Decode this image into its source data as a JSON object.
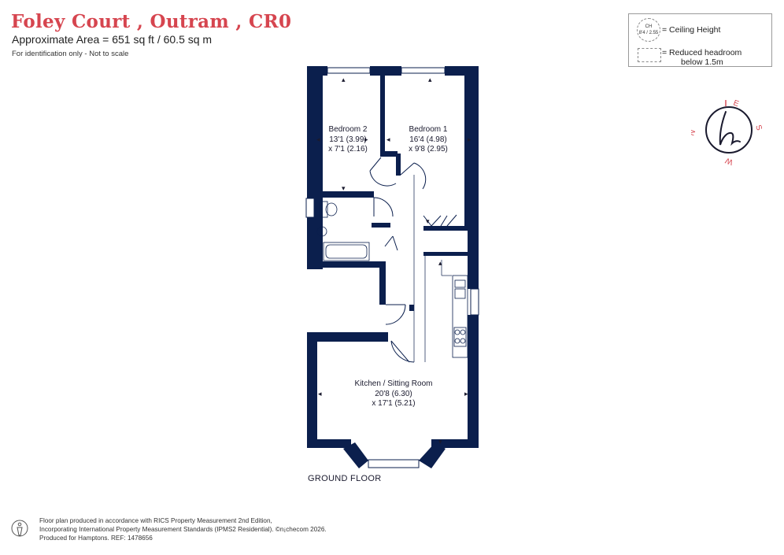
{
  "header": {
    "title": "Foley Court , Outram , CR0",
    "area": "Approximate Area = 651 sq ft / 60.5 sq m",
    "note": "For identification only - Not to scale"
  },
  "legend": {
    "ch_abbrev": "CH",
    "ch_sample": "8'4 / 2.55",
    "ceiling_label": "= Ceiling Height",
    "reduced_label_1": "= Reduced headroom",
    "reduced_label_2": "below 1.5m"
  },
  "compass": {
    "n": "N",
    "e": "E",
    "s": "S",
    "w": "W"
  },
  "rooms": [
    {
      "name": "Bedroom 2",
      "dim1": "13'1 (3.99)",
      "dim2": "x 7'1 (2.16)"
    },
    {
      "name": "Bedroom 1",
      "dim1": "16'4 (4.98)",
      "dim2": "x 9'8 (2.95)"
    },
    {
      "name": "Kitchen / Sitting Room",
      "dim1": "20'8 (6.30)",
      "dim2": "x 17'1 (5.21)"
    }
  ],
  "floor_label": "GROUND FLOOR",
  "footer": {
    "line1": "Floor plan produced in accordance with RICS Property Measurement 2nd Edition,",
    "line2": "Incorporating International Property Measurement Standards (IPMS2 Residential).  ©n¡checom 2026.",
    "line3": "Produced for Hamptons.   REF: 1478656"
  },
  "colors": {
    "wall": "#0b1f4d",
    "accent": "#d6454f",
    "text": "#1a1a2e"
  }
}
